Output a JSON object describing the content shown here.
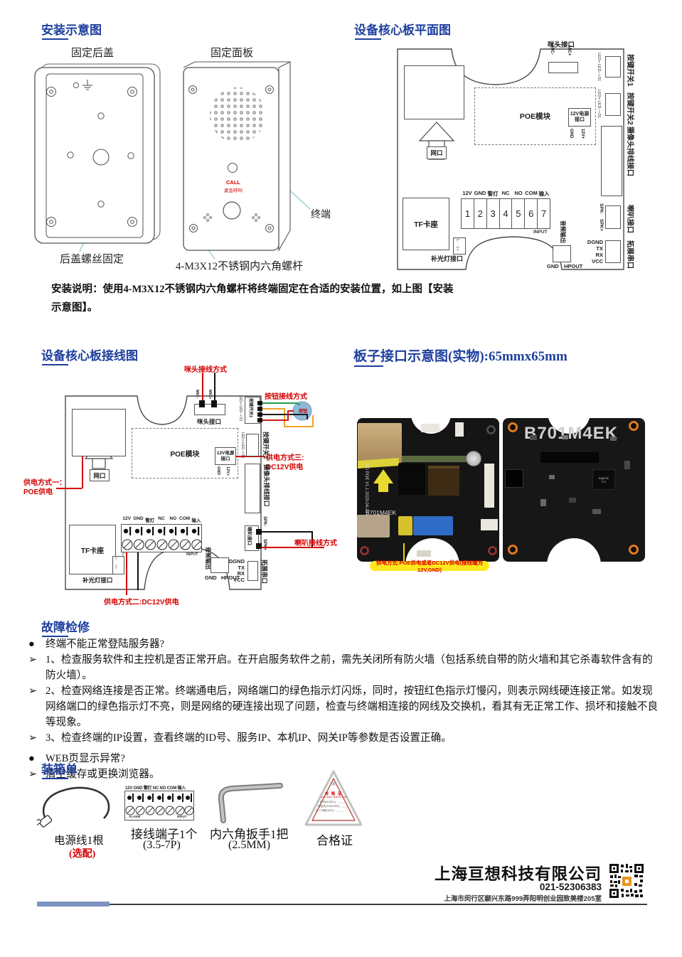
{
  "colors": {
    "title_blue": "#1e3f9e",
    "annotation_red": "#d40000",
    "leader_cyan": "#a6d4d8",
    "highlight_yellow": "#ffe81e"
  },
  "install": {
    "title": "安装示意图",
    "back_cover": "固定后盖",
    "front_panel": "固定面板",
    "call": "CALL",
    "call_sub": "紧急呼叫",
    "terminal": "终端",
    "back_screw": "后盖螺丝固定",
    "screw_spec": "4-M3X12不锈钢内六角螺杆",
    "note": "安装说明：使用4-M3X12不锈钢内六角螺杆将终端固定在合适的安装位置，如上图【安装示意图】。"
  },
  "plan": {
    "title": "设备核心板平面图"
  },
  "wiring": {
    "title": "设备核心板接线图",
    "mic_wiring": "咪头接线方式",
    "btn_wiring": "按钮接线方式",
    "btn": "按钮",
    "p1a": "供电方式一：",
    "p1b": "POE供电",
    "p2": "供电方式二:DC12V供电",
    "p3a": "供电方式三:",
    "p3b": "DC12V供电",
    "spk_wiring": "喇叭接线方式"
  },
  "board": {
    "mic_port": "咪头接口",
    "mic_neg": "MIC-",
    "mic_pos": "MIC+",
    "key1": "按键开关1",
    "key2": "按键开关2",
    "led_pins": "LED+·LED-·+S1",
    "poe": "POE模块",
    "pwr12": "12V电源接口",
    "gnd": "GND",
    "v12": "12V+",
    "camera": "摄像头排线接口",
    "lan": "网口",
    "tf": "TF卡座",
    "th": [
      "12V",
      "GND",
      "警灯",
      "NC",
      "NO",
      "COM",
      "输入"
    ],
    "tc": [
      "1",
      "2",
      "3",
      "4",
      "5",
      "6",
      "7"
    ],
    "input": "INPUT",
    "alarm": "ALARM",
    "fill": "补光灯接口",
    "ln": "L-",
    "lp": "L+",
    "audio": "音频输出",
    "hpout": "HPOUT",
    "spkn": "SPK-",
    "spkp": "SPK+",
    "spk": "喇叭接口",
    "serial": [
      "DGND",
      "TX",
      "RX",
      "VCC"
    ],
    "serial_port": "拓展串口"
  },
  "photos": {
    "title": "板子接口示意图(实物):65mmx65mm",
    "model": "B701M4EK",
    "front_text": "DO POE V1.1  2023-04-27",
    "chip_brand": "Ingenic",
    "chip_model": "T21",
    "note": "供电方式:POE供电或者DC12V供电(接线端为12V,GND)"
  },
  "trouble": {
    "title": "故障检修",
    "items": [
      {
        "bullet": "●",
        "text": "终端不能正常登陆服务器?"
      },
      {
        "bullet": "➢",
        "text": "1、检查服务软件和主控机是否正常开启。在开启服务软件之前，需先关闭所有防火墙（包括系统自带的防火墙和其它杀毒软件含有的防火墙）。"
      },
      {
        "bullet": "➢",
        "text": "2、检查网络连接是否正常。终端通电后，网络端口的绿色指示灯闪烁，同时，按钮红色指示灯慢闪，则表示网线硬连接正常。如发现网络端口的绿色指示灯不亮，则是网络的硬连接出现了问题，检查与终端相连接的网线及交换机，看其有无正常工作、损坏和接触不良等现象。"
      },
      {
        "bullet": "➢",
        "text": "3、检查终端的IP设置，查看终端的ID号、服务IP、本机IP、网关IP等参数是否设置正确。"
      },
      {
        "bullet": "●",
        "text": "WEB页显示异常?"
      },
      {
        "bullet": "➢",
        "text": "清空缓存或更换浏览器。"
      }
    ]
  },
  "packing": {
    "title": "装箱单",
    "cable": {
      "caption": "电源线1根",
      "sub": "(选配)"
    },
    "term": {
      "caption": "接线端子1个",
      "sub": "(3.5-7P)",
      "headers": "12V GND 警灯 NC NO COM 输入",
      "alarm": "ALARM",
      "input": "INPUT"
    },
    "wrench": {
      "caption": "内六角扳手1把",
      "sub": "(2.5MM)"
    },
    "cert": {
      "caption": "合格证",
      "t1": "合 格 证",
      "t2": "QUALIFIED CERTIFICATE",
      "l1": "型号(MODEL)：＿＿＿",
      "l2": "检验员(CHECKER)：＿＿＿",
      "l3": "出厂日期(DATE)：＿＿＿"
    }
  },
  "footer": {
    "company": "上海亘想科技有限公司",
    "phone": "021-52306383",
    "address": "上海市闵行区颛兴东路999弄阳明创业园致美楼205室"
  }
}
